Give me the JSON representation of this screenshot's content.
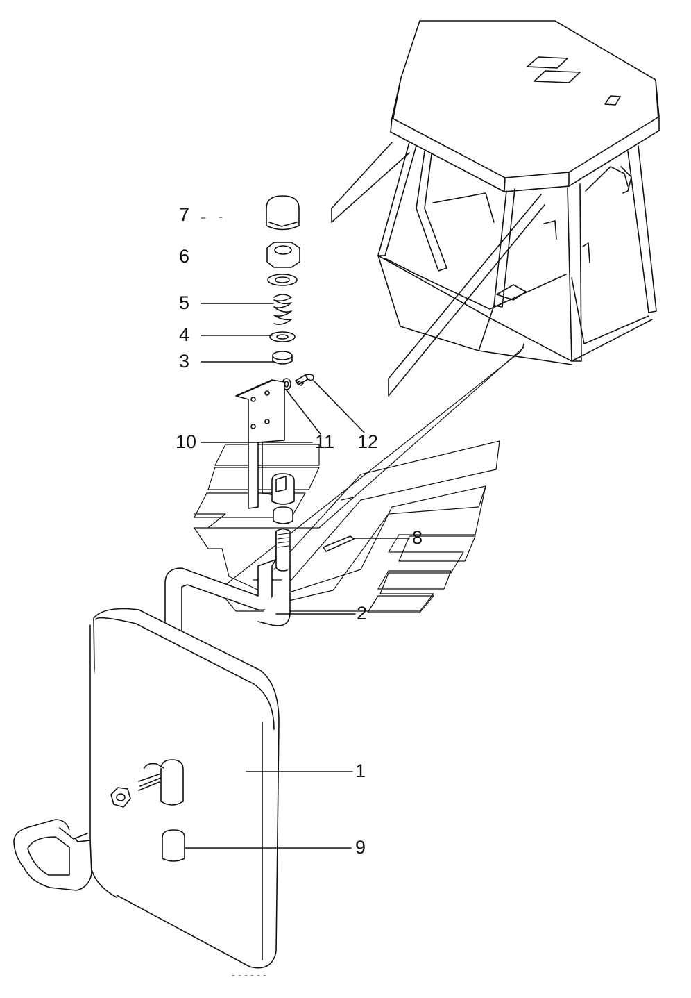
{
  "diagram": {
    "callouts": [
      {
        "id": "callout-1",
        "label": "1",
        "part": "mirror"
      },
      {
        "id": "callout-2",
        "label": "2",
        "part": "mirror-arm"
      },
      {
        "id": "callout-3",
        "label": "3",
        "part": "bushing"
      },
      {
        "id": "callout-4",
        "label": "4",
        "part": "washer"
      },
      {
        "id": "callout-5",
        "label": "5",
        "part": "spring"
      },
      {
        "id": "callout-6",
        "label": "6",
        "part": "nut"
      },
      {
        "id": "callout-7",
        "label": "7",
        "part": "cap"
      },
      {
        "id": "callout-8",
        "label": "8",
        "part": "pin"
      },
      {
        "id": "callout-9",
        "label": "9",
        "part": "clamp"
      },
      {
        "id": "callout-10",
        "label": "10",
        "part": "bracket"
      },
      {
        "id": "callout-11",
        "label": "11",
        "part": "lock-washer"
      },
      {
        "id": "callout-12",
        "label": "12",
        "part": "bolt"
      }
    ]
  }
}
